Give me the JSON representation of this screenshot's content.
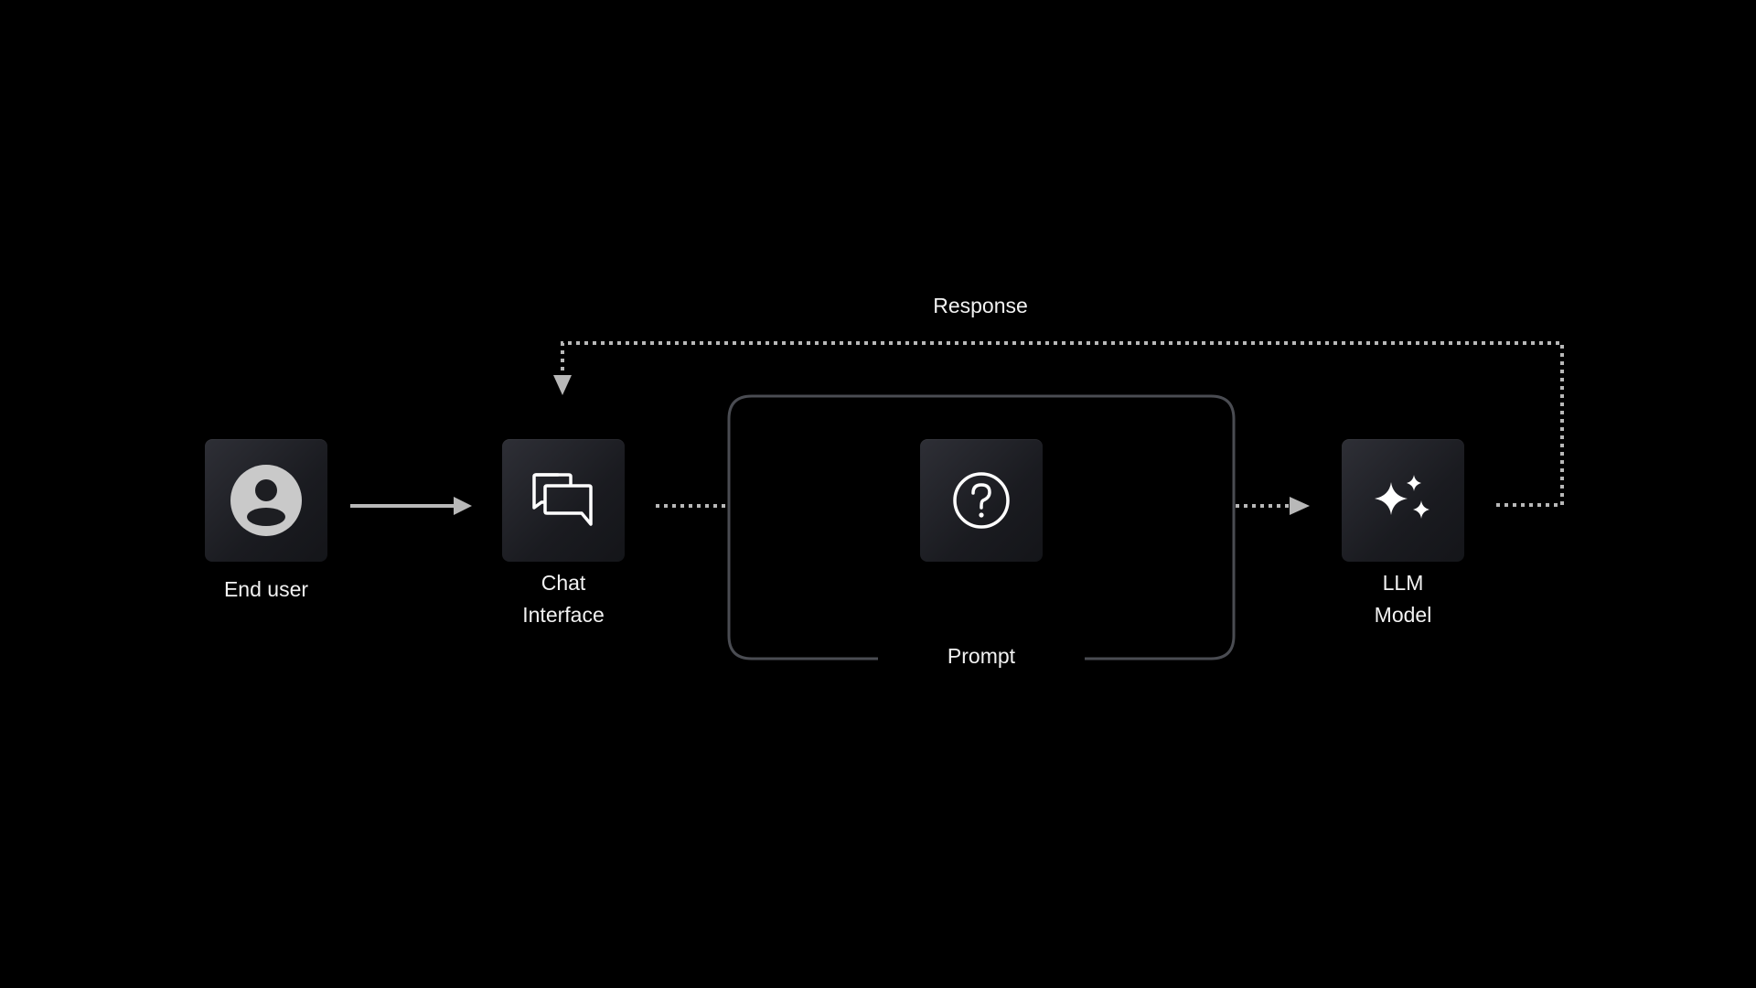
{
  "diagram": {
    "background": "#000000",
    "line_color": "#b8b8b8",
    "frame_color": "#4a4c52",
    "nodes": {
      "end_user": {
        "label": "End user",
        "icon": "user-icon"
      },
      "chat_interface": {
        "label_line1": "Chat",
        "label_line2": "Interface",
        "icon": "chat-bubbles-icon"
      },
      "prompt": {
        "label": "Prompt",
        "icon": "question-icon"
      },
      "llm_model": {
        "label_line1": "LLM",
        "label_line2": "Model",
        "icon": "sparkles-icon"
      }
    },
    "edges": {
      "response": {
        "label": "Response",
        "style": "dotted"
      },
      "user_to_chat": {
        "style": "solid"
      },
      "chat_to_prompt": {
        "style": "dotted"
      },
      "prompt_to_llm": {
        "style": "dotted"
      }
    }
  }
}
